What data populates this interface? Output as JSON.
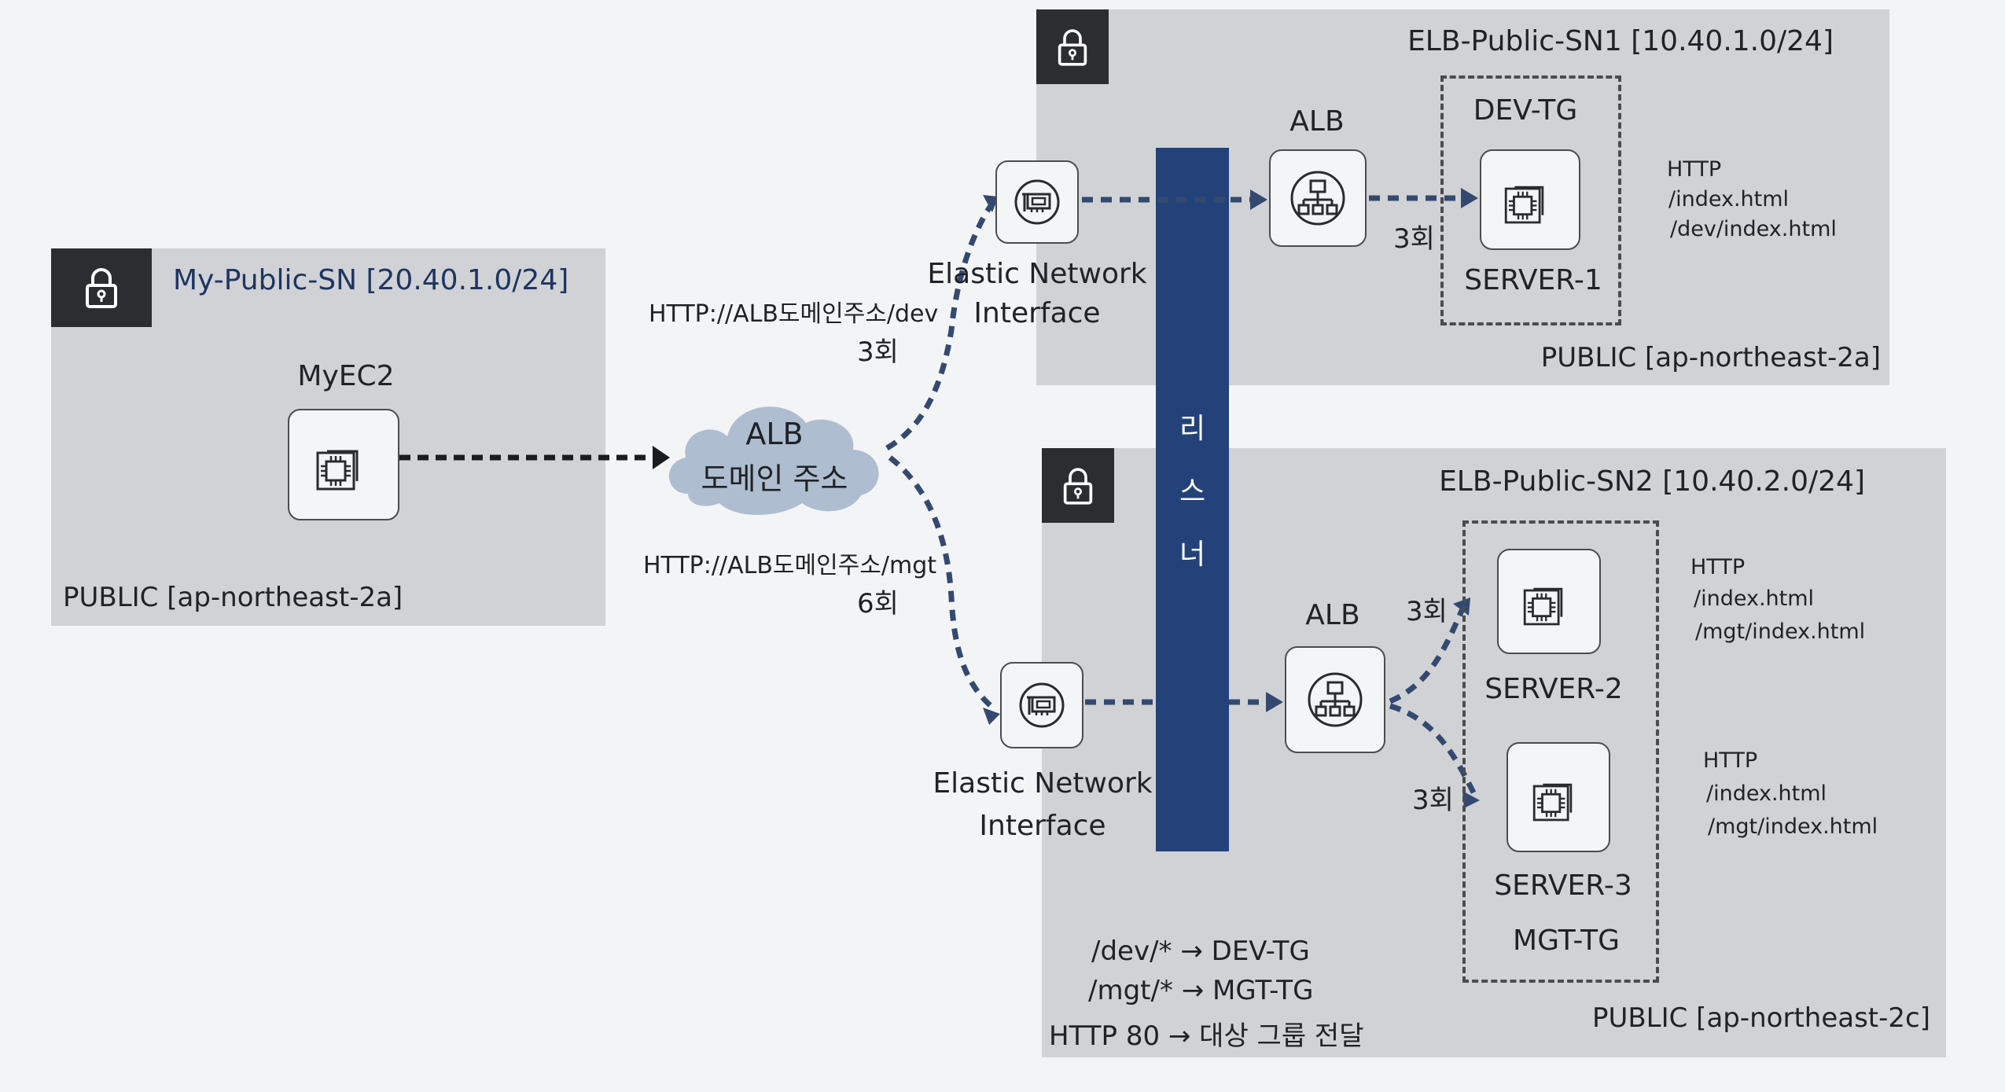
{
  "subnets": {
    "my": {
      "title": "My-Public-SN [20.40.1.0/24]",
      "zone": "PUBLIC [ap-northeast-2a]",
      "ec2_label": "MyEC2"
    },
    "sn1": {
      "title": "ELB-Public-SN1 [10.40.1.0/24]",
      "zone": "PUBLIC [ap-northeast-2a]"
    },
    "sn2": {
      "title": "ELB-Public-SN2 [10.40.2.0/24]",
      "zone": "PUBLIC [ap-northeast-2c]"
    }
  },
  "cloud": {
    "line1": "ALB",
    "line2": "도메인 주소"
  },
  "requests": {
    "dev": {
      "url": "HTTP://ALB도메인주소/dev",
      "count": "3회"
    },
    "mgt": {
      "url": "HTTP://ALB도메인주소/mgt",
      "count": "6회"
    }
  },
  "eni": {
    "label_line1": "Elastic Network",
    "label_line2": "Interface"
  },
  "alb": {
    "label": "ALB"
  },
  "listener": {
    "chars": [
      "리",
      "스",
      "너"
    ]
  },
  "target_groups": {
    "dev": {
      "name": "DEV-TG"
    },
    "mgt": {
      "name": "MGT-TG"
    }
  },
  "servers": {
    "s1": {
      "name": "SERVER-1",
      "count": "3회",
      "info": [
        "HTTP",
        "/index.html",
        "/dev/index.html"
      ]
    },
    "s2": {
      "name": "SERVER-2",
      "count": "3회",
      "info": [
        "HTTP",
        "/index.html",
        "/mgt/index.html"
      ]
    },
    "s3": {
      "name": "SERVER-3",
      "count": "3회",
      "info": [
        "HTTP",
        "/index.html",
        "/mgt/index.html"
      ]
    }
  },
  "rules": [
    "/dev/* → DEV-TG",
    "/mgt/* → MGT-TG",
    "HTTP 80 → 대상 그룹 전달"
  ],
  "colors": {
    "subnet_bg": "#d0d2d6",
    "lock_bg": "#2c2d30",
    "listener": "#23427a",
    "arrow_dark": "#1b1c1e",
    "arrow_blue": "#34496f",
    "cloud": "#aebdcf"
  },
  "icons": {
    "lock": "lock-icon",
    "ec2": "ec2-chip-icon",
    "eni": "network-interface-icon",
    "alb": "load-balancer-icon",
    "cloud": "cloud-icon"
  }
}
